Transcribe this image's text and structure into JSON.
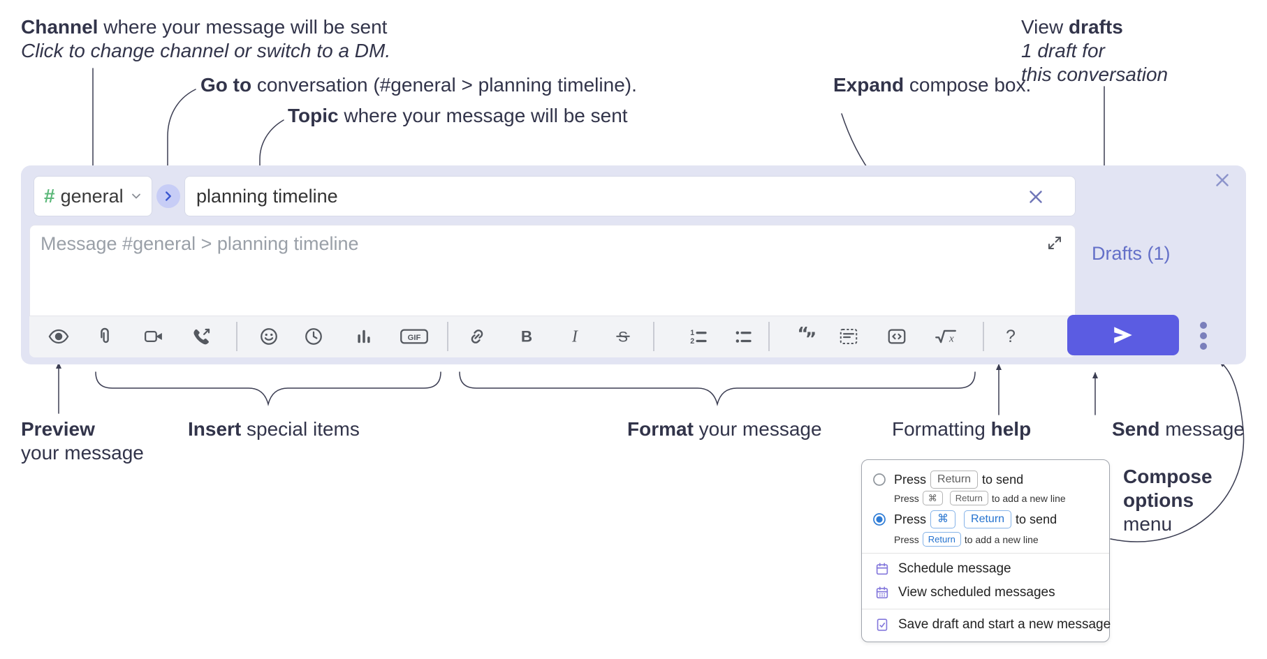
{
  "annotations": {
    "channel_line": {
      "bold": "Channel",
      "rest": " where your message will be sent"
    },
    "channel_sub": "Click to change channel or switch to a DM.",
    "goto": {
      "bold": "Go to",
      "rest": " conversation (#general > planning timeline)."
    },
    "topic": {
      "bold": "Topic",
      "rest": " where your message will be sent"
    },
    "expand": {
      "bold": "Expand",
      "rest": " compose box."
    },
    "view_drafts": {
      "pre": "View ",
      "bold": "drafts",
      "line2": "1 draft for",
      "line3": "this conversation"
    },
    "preview": {
      "bold": "Preview",
      "line2": "your message"
    },
    "insert": {
      "bold": "Insert",
      "rest": " special items"
    },
    "format": {
      "bold": "Format",
      "rest": " your message"
    },
    "formatting_help": {
      "pre": "Formatting ",
      "bold": "help"
    },
    "send": {
      "bold": "Send",
      "rest": " message"
    },
    "compose_options": {
      "line1": "Compose",
      "line2": "options",
      "line3": "menu"
    }
  },
  "compose": {
    "channel_hash": "#",
    "channel_name": "general",
    "topic_value": "planning timeline",
    "message_placeholder": "Message #general > planning timeline",
    "drafts_label": "Drafts (1)"
  },
  "toolbar": {
    "icon_names": [
      "preview-eye",
      "attach-paperclip",
      "video-call",
      "audio-call",
      "emoji",
      "time",
      "poll",
      "gif",
      "link",
      "bold",
      "italic",
      "strikethrough",
      "numbered-list",
      "bulleted-list",
      "quote",
      "spoiler",
      "code",
      "math",
      "help"
    ],
    "glyphs": {
      "bold": "B",
      "italic": "I",
      "strike": "S",
      "gif": "GIF",
      "math_x": "x",
      "help": "?",
      "ol1": "1",
      "ol2": "2",
      "quote_open": "“",
      "quote_close": "”"
    }
  },
  "options_menu": {
    "enter_sends": {
      "press": "Press",
      "key": "Return",
      "suffix": "to send",
      "sub_press": "Press",
      "sub_key1": "⌘",
      "sub_key2": "Return",
      "sub_suffix": "to add a new line"
    },
    "cmd_sends": {
      "press": "Press",
      "key1": "⌘",
      "key2": "Return",
      "suffix": "to send",
      "sub_press": "Press",
      "sub_key": "Return",
      "sub_suffix": "to add a new line"
    },
    "items": {
      "schedule": "Schedule message",
      "view_scheduled": "View scheduled messages",
      "save_draft": "Save draft and start a new message"
    }
  },
  "colors": {
    "accent_send": "#5b5ce2",
    "container_bg": "#e2e4f3",
    "drafts_link": "#6470c8",
    "hash_green": "#5cb87a",
    "menu_icon_purple": "#8478dc",
    "key_blue": "#2573cf",
    "annotation_ink": "#32344a"
  }
}
